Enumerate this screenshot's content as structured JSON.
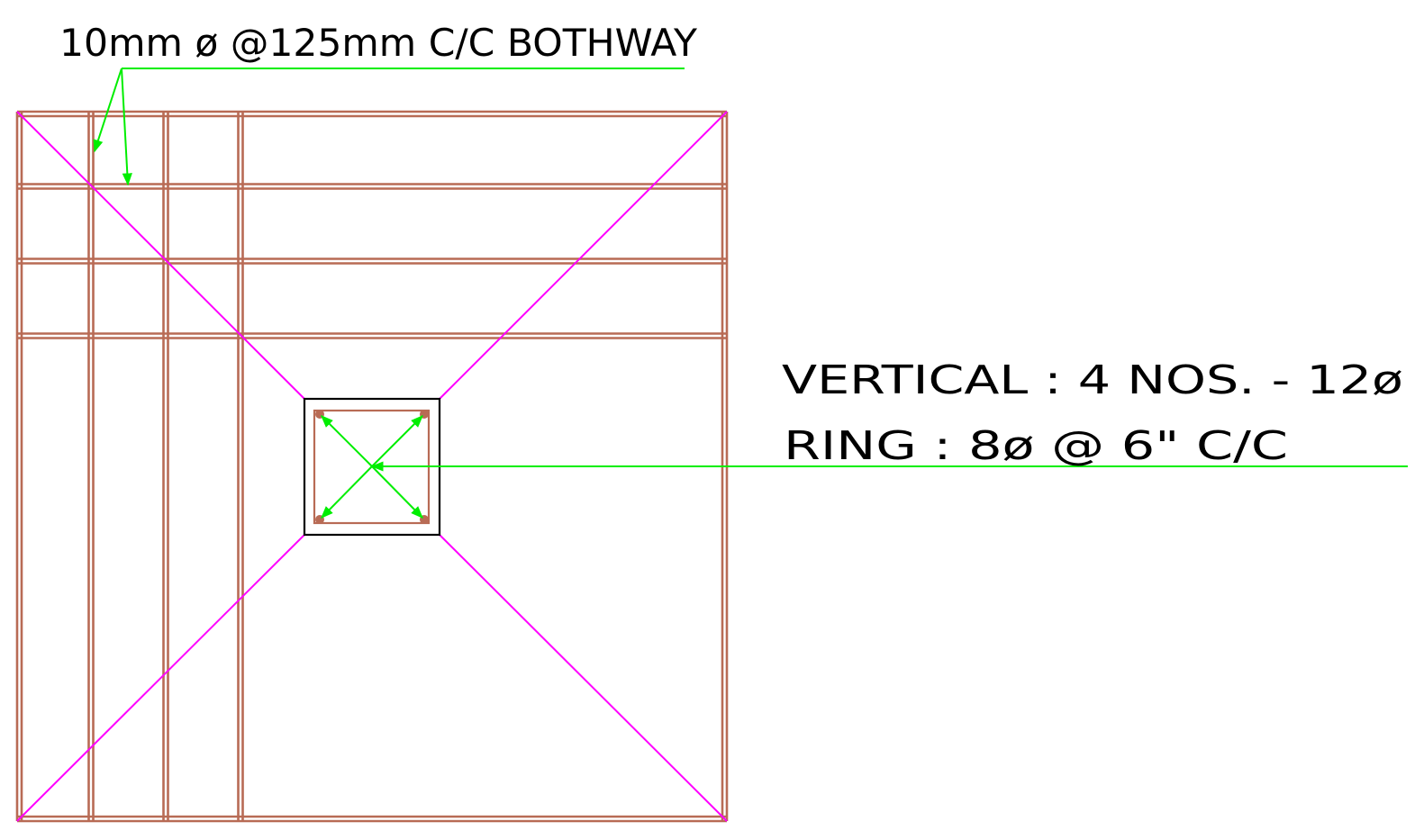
{
  "annotations": {
    "top_bar_label": "10mm ø @125mm C/C BOTHWAY",
    "vertical_label": "VERTICAL : 4 NOS. - 12ø",
    "ring_label": "RING : 8ø @ 6\" C/C"
  },
  "colors": {
    "rebar": "#b86b55",
    "diagonal": "#ff00ff",
    "leader": "#00ee00",
    "column_outline": "#000000",
    "text": "#000000"
  },
  "reinforcement": {
    "vertical_bar_count": 4
  }
}
